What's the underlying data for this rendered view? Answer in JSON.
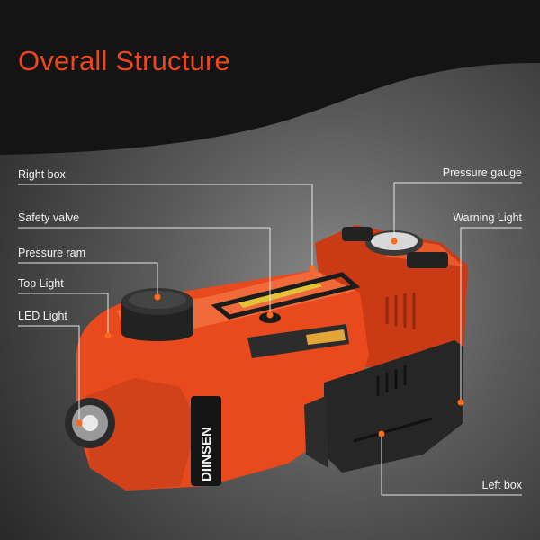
{
  "title": "Overall Structure",
  "brand": "DIINSEN",
  "labels": {
    "right_box": "Right box",
    "safety_valve": "Safety valve",
    "pressure_ram": "Pressure ram",
    "top_light": "Top Light",
    "led_light": "LED Light",
    "pressure_gauge": "Pressure gauge",
    "warning_light": "Warning Light",
    "left_box": "Left box"
  },
  "colors": {
    "title": "#f0461c",
    "body": "#e8491d",
    "dark": "#1c1c1c",
    "marker": "#ff6a1a"
  }
}
